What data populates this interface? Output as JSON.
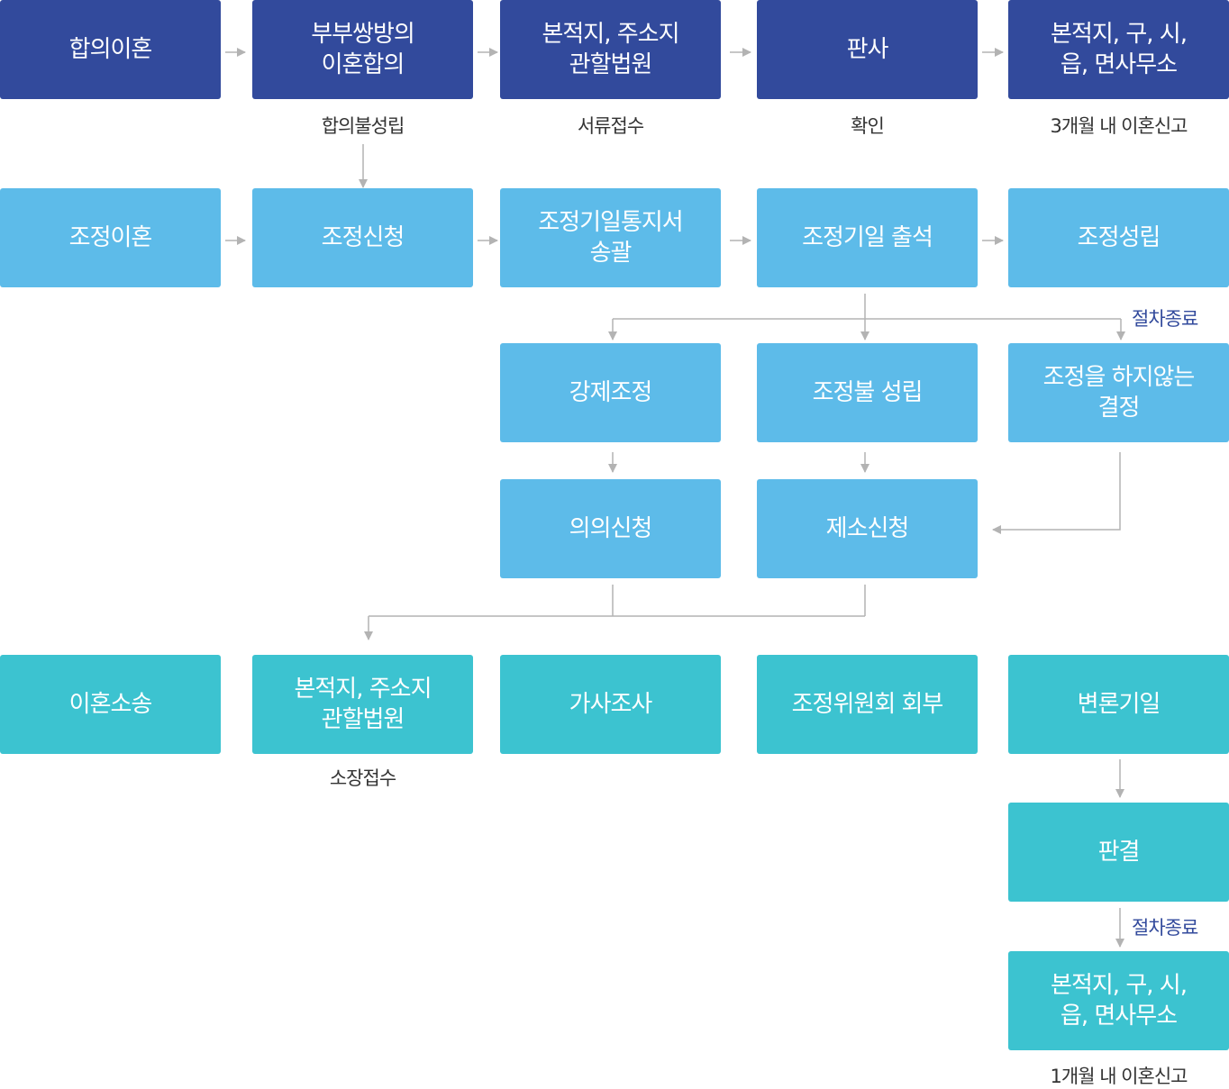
{
  "colors": {
    "navy": "#324a9c",
    "sky": "#5dbbe9",
    "teal": "#3cc3d0",
    "line": "#b3b3b3",
    "caption": "#333333",
    "note": "#324a9c"
  },
  "row1": {
    "b1": "합의이혼",
    "b2": "부부쌍방의\n이혼합의",
    "b3": "본적지, 주소지\n관할법원",
    "b4": "판사",
    "b5": "본적지, 구, 시,\n읍, 면사무소"
  },
  "row1_captions": {
    "c2": "합의불성립",
    "c3": "서류접수",
    "c4": "확인",
    "c5": "3개월 내 이혼신고"
  },
  "row2": {
    "b1": "조정이혼",
    "b2": "조정신청",
    "b3": "조정기일통지서\n송괄",
    "b4": "조정기일 출석",
    "b5": "조정성립"
  },
  "note_end_1": "절차종료",
  "row3": {
    "b1": "강제조정",
    "b2": "조정불 성립",
    "b3": "조정을 하지않는\n결정"
  },
  "row4": {
    "b1": "의의신청",
    "b2": "제소신청"
  },
  "row5": {
    "b1": "이혼소송",
    "b2": "본적지, 주소지\n관할법원",
    "b3": "가사조사",
    "b4": "조정위원회 회부",
    "b5": "변론기일"
  },
  "row5_caption": "소장접수",
  "row6": {
    "b1": "판결"
  },
  "note_end_2": "절차종료",
  "row7": {
    "b1": "본적지, 구, 시,\n읍, 면사무소"
  },
  "row7_caption": "1개월 내 이혼신고"
}
